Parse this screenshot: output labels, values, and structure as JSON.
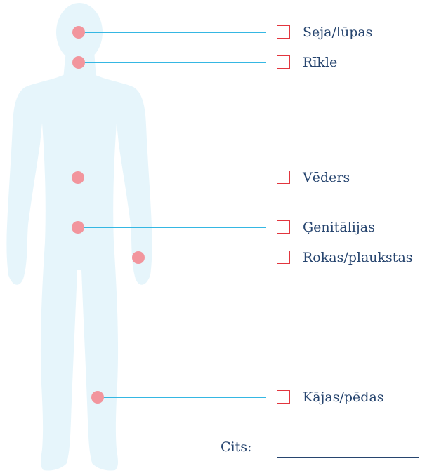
{
  "colors": {
    "silhouette": "#e6f5fb",
    "marker": "#f2959d",
    "leader_line": "#35b7e3",
    "checkbox_border": "#e2363e",
    "text": "#27456f"
  },
  "body_parts": [
    {
      "key": "face",
      "label": "Seja/lūpas",
      "checked": false
    },
    {
      "key": "throat",
      "label": "Rīkle",
      "checked": false
    },
    {
      "key": "stomach",
      "label": "Vēders",
      "checked": false
    },
    {
      "key": "genitals",
      "label": "Ģenitālijas",
      "checked": false
    },
    {
      "key": "hands",
      "label": "Rokas/plaukstas",
      "checked": false
    },
    {
      "key": "feet",
      "label": "Kājas/pēdas",
      "checked": false
    }
  ],
  "other": {
    "label": "Cits:",
    "value": ""
  }
}
